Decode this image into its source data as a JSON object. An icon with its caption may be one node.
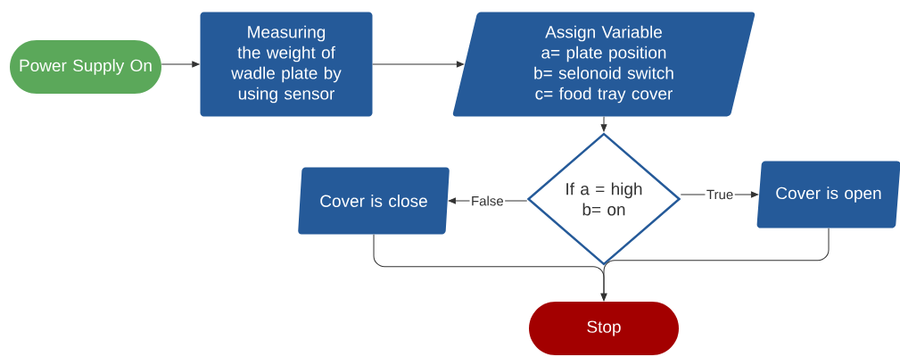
{
  "diagram": {
    "nodes": [
      {
        "text": [
          "Power Supply On"
        ]
      },
      {
        "text": [
          "Measuring the weight of wadle plate by using sensor"
        ]
      },
      {
        "text": [
          "Assign Variable",
          "a= plate position",
          "b= selonoid switch",
          "c= food tray cover"
        ]
      },
      {
        "text": [
          "If a = high b= on"
        ]
      },
      {
        "text": [
          "Cover is close"
        ]
      },
      {
        "text": [
          "Cover is open"
        ]
      },
      {
        "text": [
          "Stop"
        ]
      }
    ],
    "edges": [
      {
        "from": 0,
        "to": 1,
        "arrow": "to"
      },
      {
        "from": 1,
        "to": 2,
        "arrow": "to"
      },
      {
        "from": 2,
        "to": 3,
        "arrow": "to"
      },
      {
        "from": 3,
        "to": 4,
        "arrow": "to",
        "label": "False"
      },
      {
        "from": 3,
        "to": 5,
        "arrow": "to",
        "label": "True"
      },
      {
        "from": 4,
        "to": 6,
        "arrow": "to"
      },
      {
        "from": 5,
        "to": 6,
        "arrow": "to"
      }
    ]
  }
}
